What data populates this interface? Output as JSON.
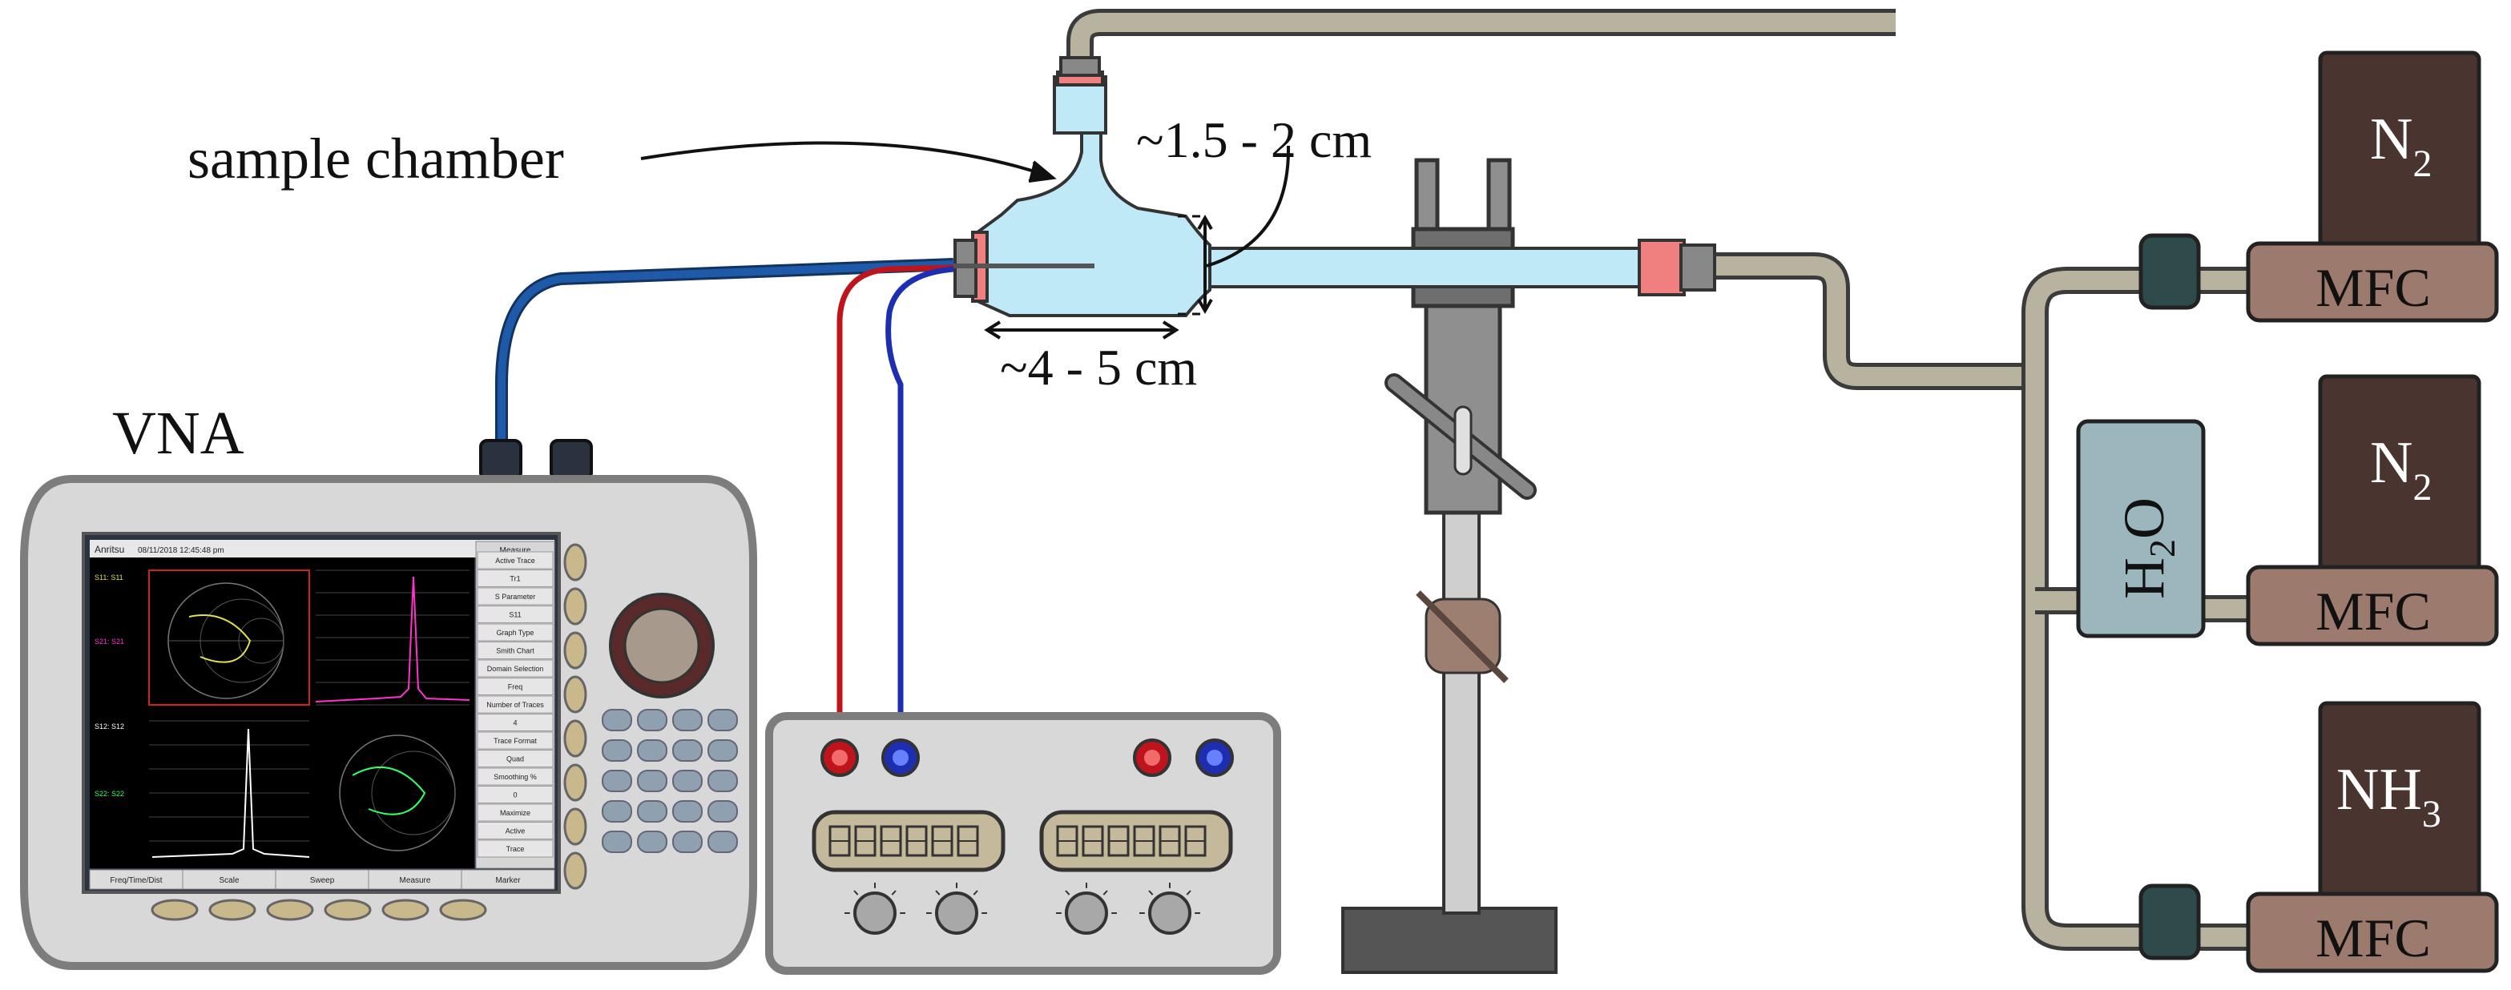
{
  "labels": {
    "sample_chamber": "sample chamber",
    "dim_height": "~1.5 - 2 cm",
    "dim_length": "~4 - 5 cm",
    "vna": "VNA"
  },
  "gas_sources": [
    {
      "gas": "N",
      "sub": "2",
      "controller": "MFC"
    },
    {
      "gas": "N",
      "sub": "2",
      "controller": "MFC"
    },
    {
      "gas": "NH",
      "sub": "3",
      "controller": "MFC"
    }
  ],
  "humidifier": {
    "main": "H",
    "sub": "2",
    "suffix": "O"
  },
  "vna_screen": {
    "brand": "Anritsu",
    "timestamp": "08/11/2018 12:45:48 pm",
    "menu_title": "Measure",
    "menu_items": [
      "Active Trace",
      "Tr1",
      "S Parameter",
      "S11",
      "Graph Type",
      "Smith Chart",
      "Domain Selection",
      "Freq",
      "Number of Traces",
      "4",
      "Trace Format",
      "Quad",
      "Smoothing %",
      "0",
      "Maximize",
      "Active",
      "Trace"
    ],
    "bottom_tabs": [
      "Freq/Time/Dist",
      "Scale",
      "Sweep",
      "Measure",
      "Marker"
    ],
    "trace_info": [
      "S11: S11",
      "S21: S21",
      "S12: S12",
      "S22: S22"
    ],
    "colors": {
      "trace1": "#e0e050",
      "trace2": "#ff33cc",
      "trace3": "#ffffff",
      "trace4": "#33ff66"
    }
  },
  "colors": {
    "coax": "#1f5aa8",
    "red_lead": "#c0141c",
    "blue_lead": "#1d2fb0",
    "glass": "#bfe9f7",
    "tube": "#b7b39f",
    "mfc": "#9c7a6d",
    "gas_bottle": "#4a3430",
    "humidifier": "#9cb6bd"
  }
}
